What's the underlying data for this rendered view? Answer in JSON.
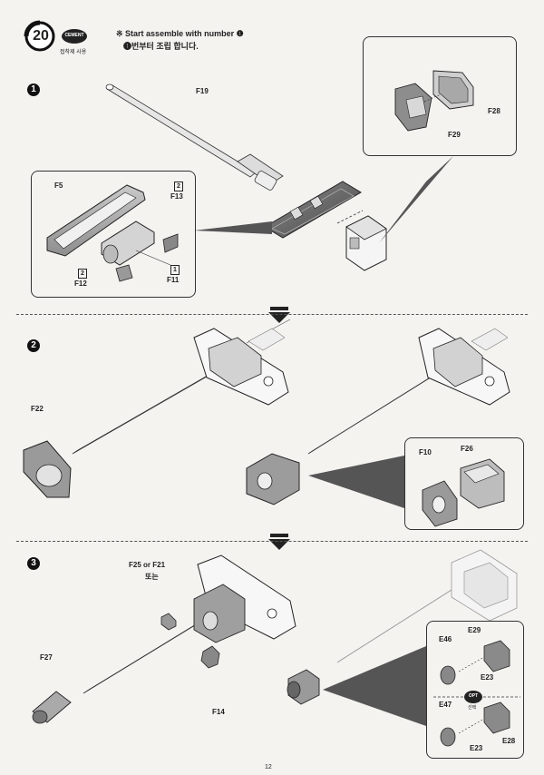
{
  "header": {
    "step_number": "20",
    "cement_badge": "CEMENT",
    "cement_note": "접착제 사용",
    "instruction_en": "※ Start assemble with number ❶",
    "instruction_ko": "❶번부터 조립 합니다."
  },
  "steps": [
    {
      "number": "1"
    },
    {
      "number": "2"
    },
    {
      "number": "3"
    }
  ],
  "parts": {
    "f19": "F19",
    "f28": "F28",
    "f29": "F29",
    "f5": "F5",
    "f13": "F13",
    "f13_qty": "2",
    "f12": "F12",
    "f12_qty": "2",
    "f11": "F11",
    "f11_qty": "1",
    "f22": "F22",
    "f10": "F10",
    "f26": "F26",
    "f25_f21": "F25 or F21",
    "f25_f21_ko": "또는",
    "f27": "F27",
    "f14": "F14",
    "e46": "E46",
    "e29": "E29",
    "e23a": "E23",
    "opt_badge": "OPT",
    "opt_note": "선택",
    "e47": "E47",
    "e23b": "E23",
    "e28": "E28"
  },
  "footer": {
    "page_number": "12"
  }
}
